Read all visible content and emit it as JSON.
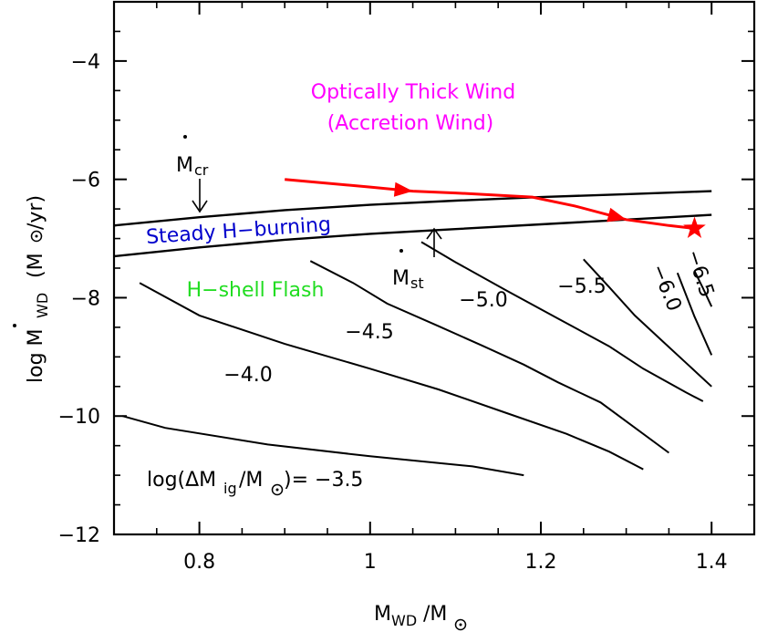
{
  "chart_data": {
    "type": "line",
    "xlabel": "M_WD/M_⊙",
    "ylabel": "log Ṁ_WD (M_⊙/yr)",
    "xlim": [
      0.7,
      1.45
    ],
    "ylim": [
      -12,
      -3
    ],
    "x_ticks": [
      0.8,
      1,
      1.2,
      1.4
    ],
    "x_tick_labels": [
      "0.8",
      "1",
      "1.2",
      "1.4"
    ],
    "y_ticks": [
      -4,
      -6,
      -8,
      -10,
      -12
    ],
    "y_tick_labels": [
      "−4",
      "−6",
      "−8",
      "−10",
      "−12"
    ],
    "legend_label": "log(ΔM_ig/M_⊙)= −3.5",
    "region_labels": {
      "wind_line1": "Optically Thick Wind",
      "wind_line2": "(Accretion Wind)",
      "steady": "Steady H−burning",
      "flash": "H−shell Flash"
    },
    "colors": {
      "wind": "#ff00ff",
      "steady": "#0000cc",
      "flash": "#22dd22",
      "track": "#ff0000",
      "axes": "#000000"
    },
    "boundaries": [
      {
        "label": "Ṁ_cr",
        "x": [
          0.7,
          0.8,
          0.9,
          1.0,
          1.1,
          1.2,
          1.3,
          1.4
        ],
        "y": [
          -6.78,
          -6.64,
          -6.52,
          -6.43,
          -6.36,
          -6.3,
          -6.25,
          -6.2
        ]
      },
      {
        "label": "Ṁ_st",
        "x": [
          0.7,
          0.8,
          0.9,
          1.0,
          1.1,
          1.2,
          1.3,
          1.4
        ],
        "y": [
          -7.3,
          -7.15,
          -7.02,
          -6.92,
          -6.84,
          -6.76,
          -6.68,
          -6.6
        ]
      }
    ],
    "contours": [
      {
        "label": "−3.5",
        "x": [
          0.71,
          0.76,
          0.88,
          1.0,
          1.12,
          1.18
        ],
        "y": [
          -10.0,
          -10.2,
          -10.48,
          -10.68,
          -10.85,
          -11.0
        ]
      },
      {
        "label": "−4.0",
        "x": [
          0.73,
          0.8,
          0.9,
          1.0,
          1.08,
          1.16,
          1.23,
          1.28,
          1.32
        ],
        "y": [
          -7.75,
          -8.3,
          -8.78,
          -9.2,
          -9.55,
          -9.95,
          -10.3,
          -10.6,
          -10.9
        ]
      },
      {
        "label": "−4.5",
        "x": [
          0.93,
          0.98,
          1.02,
          1.08,
          1.13,
          1.18,
          1.22,
          1.27,
          1.35
        ],
        "y": [
          -7.38,
          -7.75,
          -8.1,
          -8.48,
          -8.8,
          -9.13,
          -9.43,
          -9.77,
          -10.62
        ]
      },
      {
        "label": "−5.0",
        "x": [
          1.06,
          1.1,
          1.16,
          1.22,
          1.28,
          1.32,
          1.37,
          1.39
        ],
        "y": [
          -7.06,
          -7.4,
          -7.88,
          -8.35,
          -8.82,
          -9.2,
          -9.6,
          -9.75
        ]
      },
      {
        "label": "−5.5",
        "x": [
          1.25,
          1.28,
          1.31,
          1.34,
          1.37,
          1.4
        ],
        "y": [
          -7.35,
          -7.82,
          -8.3,
          -8.7,
          -9.1,
          -9.5
        ]
      },
      {
        "label": "−6.0",
        "x": [
          1.36,
          1.38,
          1.4
        ],
        "y": [
          -7.58,
          -8.32,
          -8.97
        ]
      },
      {
        "label": "−6.5",
        "x": [
          1.38,
          1.39,
          1.4
        ],
        "y": [
          -7.55,
          -7.84,
          -8.15
        ]
      }
    ],
    "track": {
      "x": [
        0.9,
        1.0,
        1.05,
        1.1,
        1.19,
        1.24,
        1.3,
        1.35,
        1.38
      ],
      "y": [
        -6.0,
        -6.13,
        -6.2,
        -6.23,
        -6.3,
        -6.45,
        -6.68,
        -6.78,
        -6.83
      ],
      "arrows_at_x": [
        1.05,
        1.3
      ],
      "end_marker": "star"
    }
  }
}
